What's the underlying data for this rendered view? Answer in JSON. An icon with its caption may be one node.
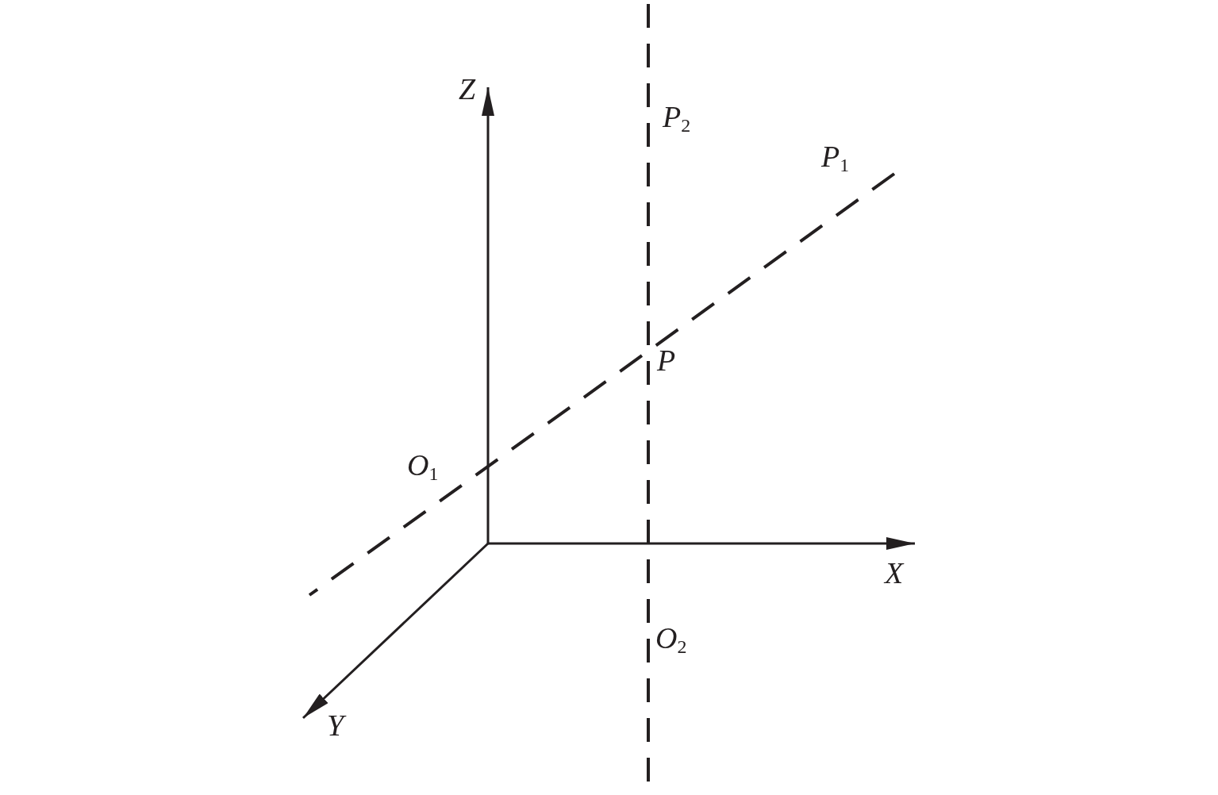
{
  "diagram": {
    "labels": [
      "*Z*",
      "*P*$_{2}$",
      "*P*$_{1}$",
      "*P*",
      "*O*$_{1}$",
      "*X*",
      "*O*$_{2}$",
      "*Y*"
    ]
  }
}
